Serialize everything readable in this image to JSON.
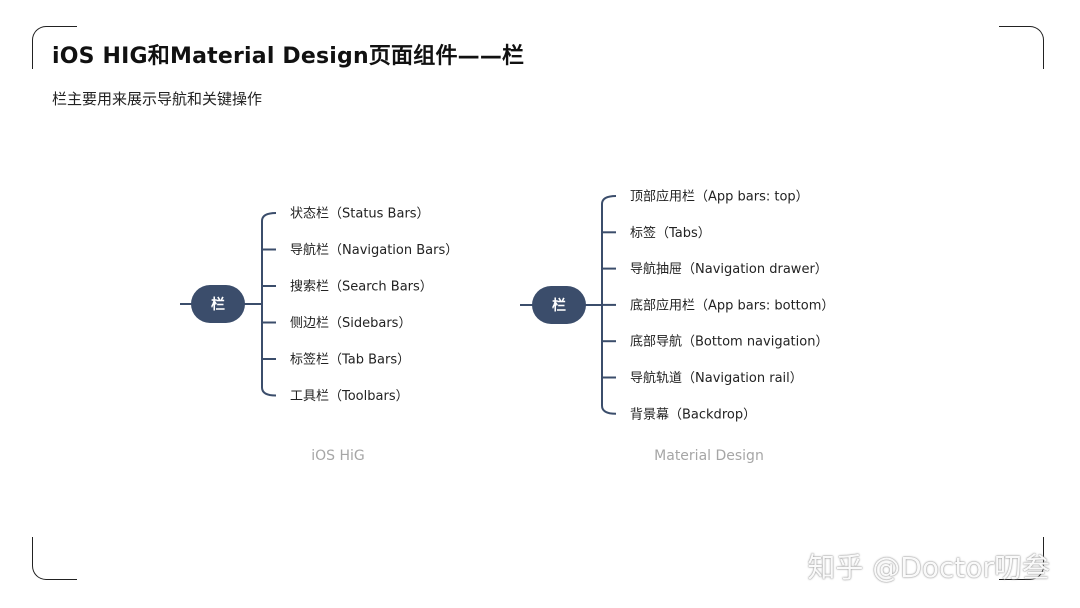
{
  "title": "iOS HIG和Material Design页面组件——栏",
  "subtitle": "栏主要用来展示导航和关键操作",
  "accent_color": "#3b4d6b",
  "watermark": "知乎 @Doctor叨叁",
  "diagrams": [
    {
      "root": "栏",
      "caption": "iOS HiG",
      "items": [
        "状态栏（Status Bars）",
        "导航栏（Navigation Bars）",
        "搜索栏（Search Bars）",
        "侧边栏（Sidebars）",
        "标签栏（Tab Bars）",
        "工具栏（Toolbars）"
      ]
    },
    {
      "root": "栏",
      "caption": "Material Design",
      "items": [
        "顶部应用栏（App bars: top）",
        "标签（Tabs）",
        "导航抽屉（Navigation drawer）",
        "底部应用栏（App bars: bottom）",
        "底部导航（Bottom navigation）",
        "导航轨道（Navigation rail）",
        "背景幕（Backdrop）"
      ]
    }
  ]
}
